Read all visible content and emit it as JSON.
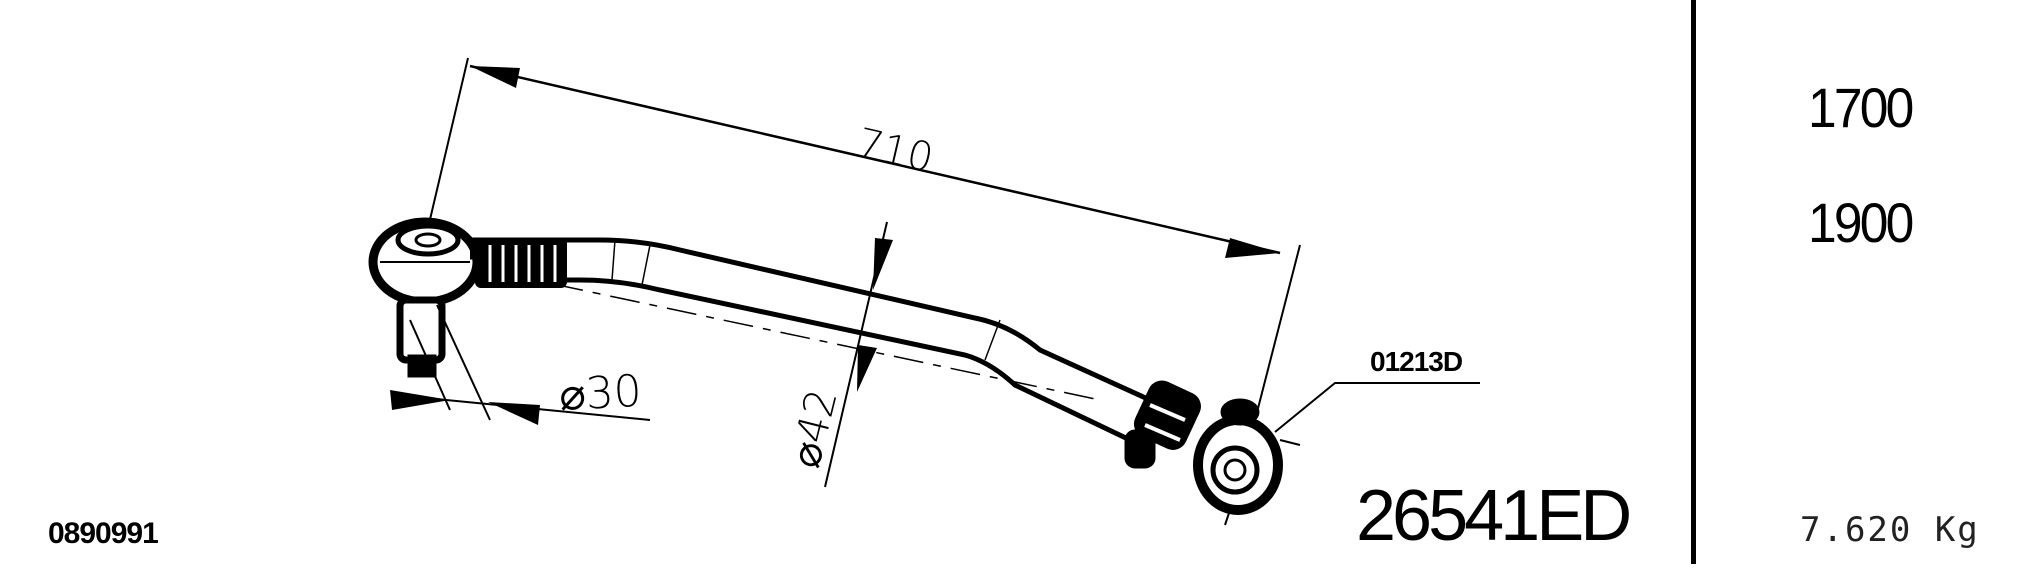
{
  "drawing": {
    "type": "technical-drawing",
    "subject": "drag-link-tie-rod",
    "dimensions": {
      "length": "710",
      "tube_diameter": "⌀42",
      "pin_diameter": "⌀30"
    },
    "callout_label": "01213D",
    "reference_code": "0890991",
    "part_number": "26541ED"
  },
  "side_panel": {
    "specs": [
      "1700",
      "1900"
    ],
    "weight": "7.620 Kg"
  }
}
